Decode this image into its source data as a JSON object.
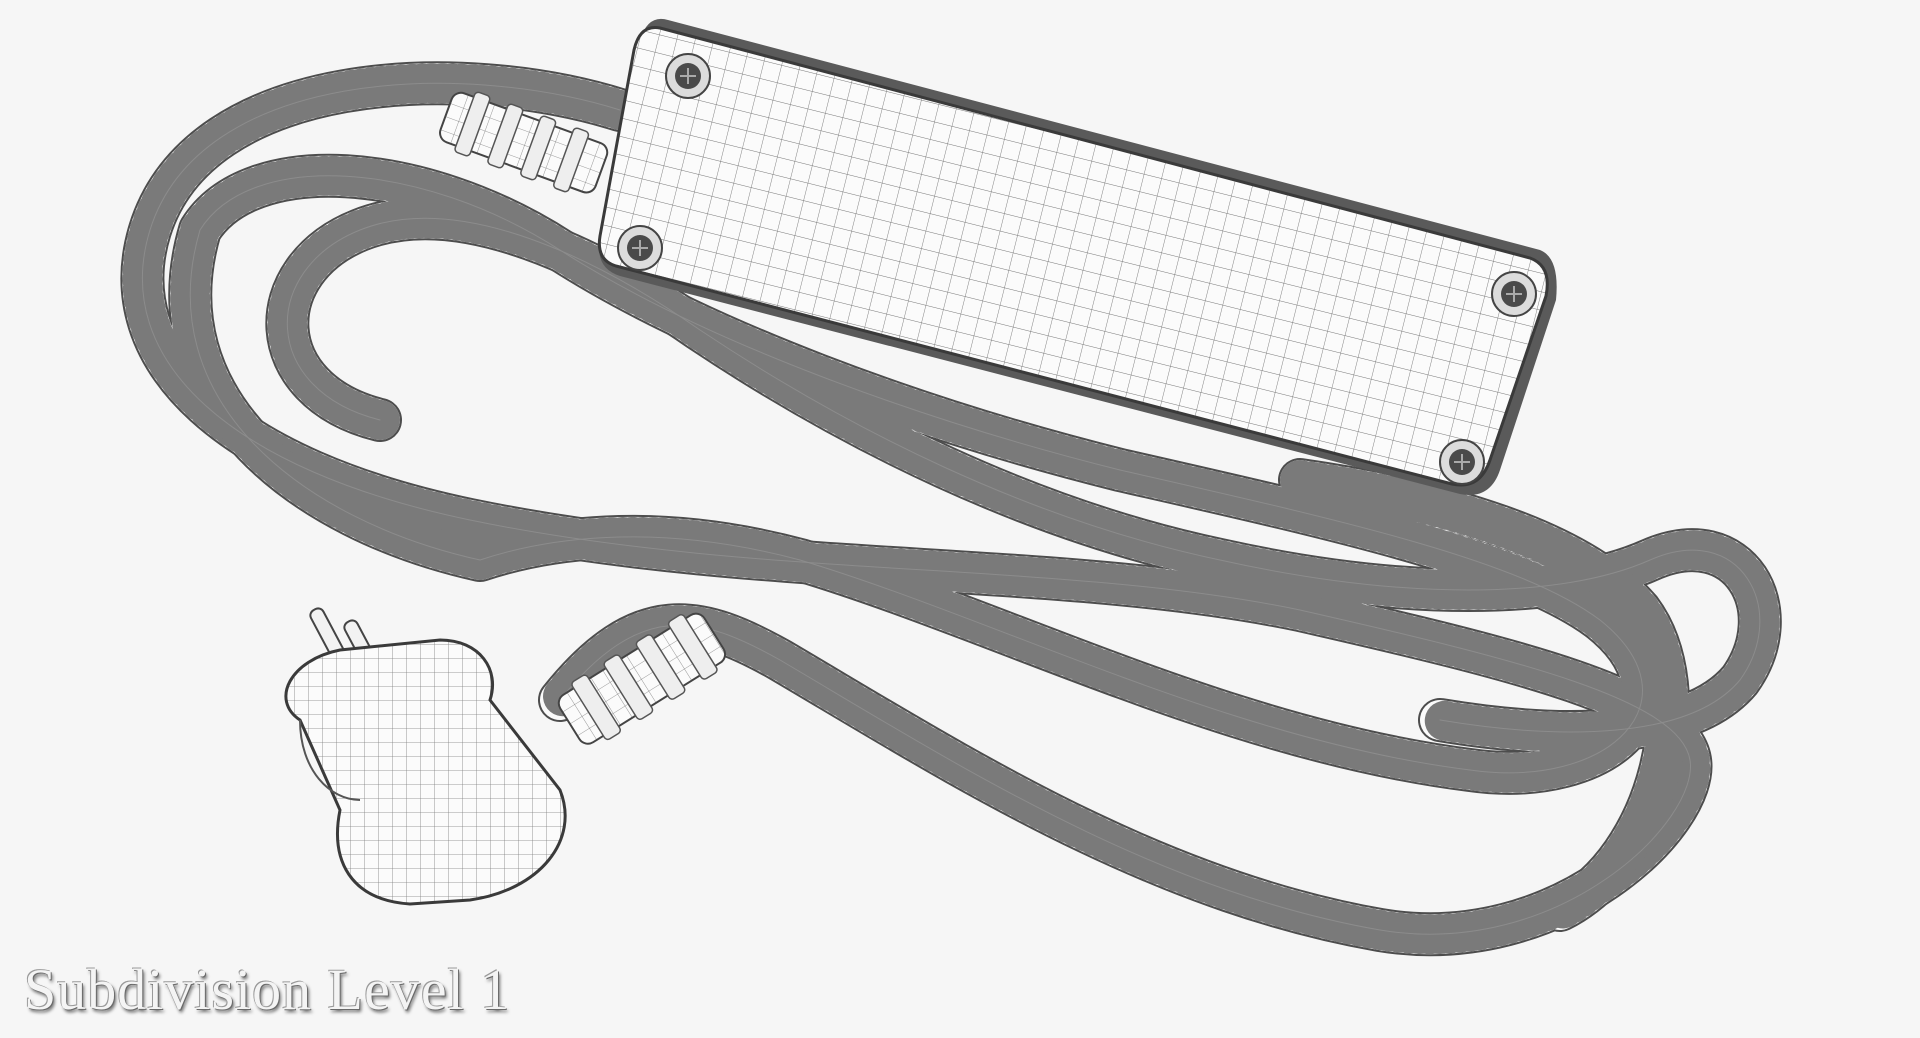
{
  "caption": "Subdivision Level 1",
  "colors": {
    "background": "#f6f6f6",
    "mesh_fill": "#fbfbfb",
    "wire": "#6e6e6e",
    "outline": "#3c3c3c",
    "screw": "#4a4a4a"
  },
  "objects": {
    "power_strip": "extension-cord-power-strip",
    "plug": "schuko-plug",
    "screws": 4
  }
}
